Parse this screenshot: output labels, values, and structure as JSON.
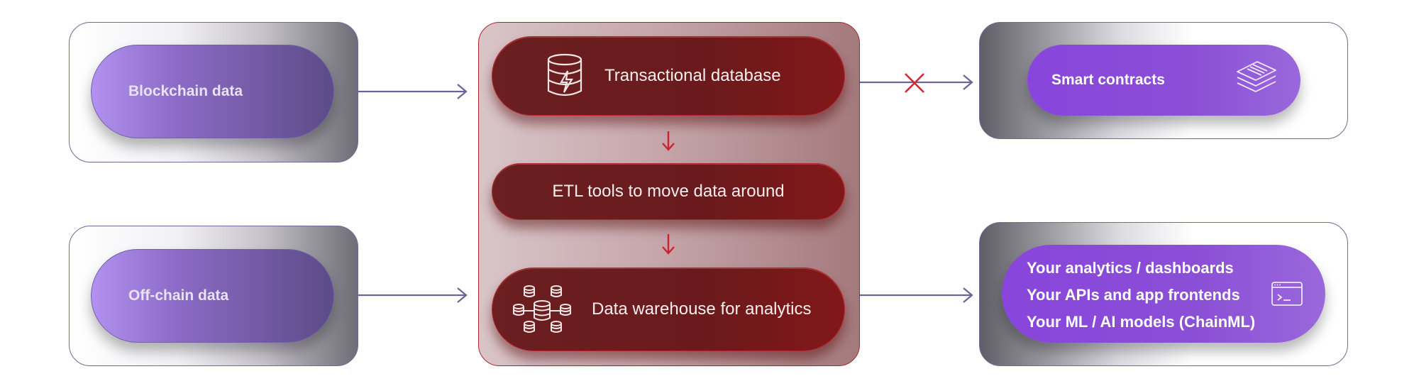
{
  "sources": {
    "blockchain": "Blockchain data",
    "offchain": "Off-chain data"
  },
  "pipeline": {
    "transactional": "Transactional database",
    "etl": "ETL tools to move data around",
    "warehouse": "Data warehouse for analytics"
  },
  "destinations": {
    "smart_contracts": "Smart contracts",
    "outputs": [
      "Your analytics / dashboards",
      "Your APIs and app frontends",
      "Your ML / AI models (ChainML)"
    ]
  },
  "colors": {
    "arrow": "#6b6496",
    "red_arrow": "#c8242f",
    "blocked_x": "#d22a36"
  },
  "icons": {
    "transactional": "database-bolt-icon",
    "warehouse": "database-cluster-icon",
    "smart_contracts": "document-stack-icon",
    "outputs": "terminal-window-icon"
  }
}
